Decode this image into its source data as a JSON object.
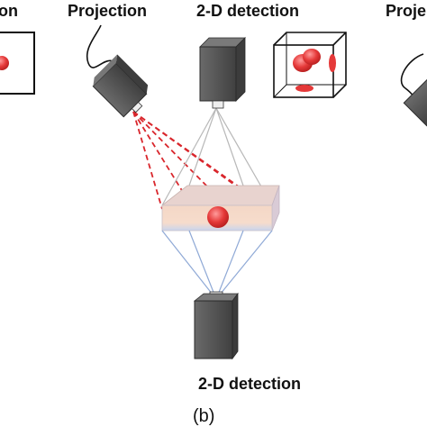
{
  "labels": {
    "left_partial": "on",
    "projection_top": "Projection",
    "detection_top": "2-D detection",
    "right_partial": "Proje",
    "detection_bottom": "2-D detection",
    "caption": "(b)"
  },
  "colors": {
    "camera_body": "#555555",
    "camera_dark": "#2f2f2f",
    "lens": "#eeeeee",
    "beam_red": "#d9262c",
    "beam_gray": "#b3b3b3",
    "beam_blue": "#8fa9d6",
    "sphere": "#e53939",
    "sample_top": "#f4d6cc",
    "sample_mid": "#f6d9c9",
    "sample_bottom": "#c9d6ee"
  },
  "icons": [
    "camera-icon",
    "detection-cube-icon",
    "sample-slab-icon"
  ]
}
